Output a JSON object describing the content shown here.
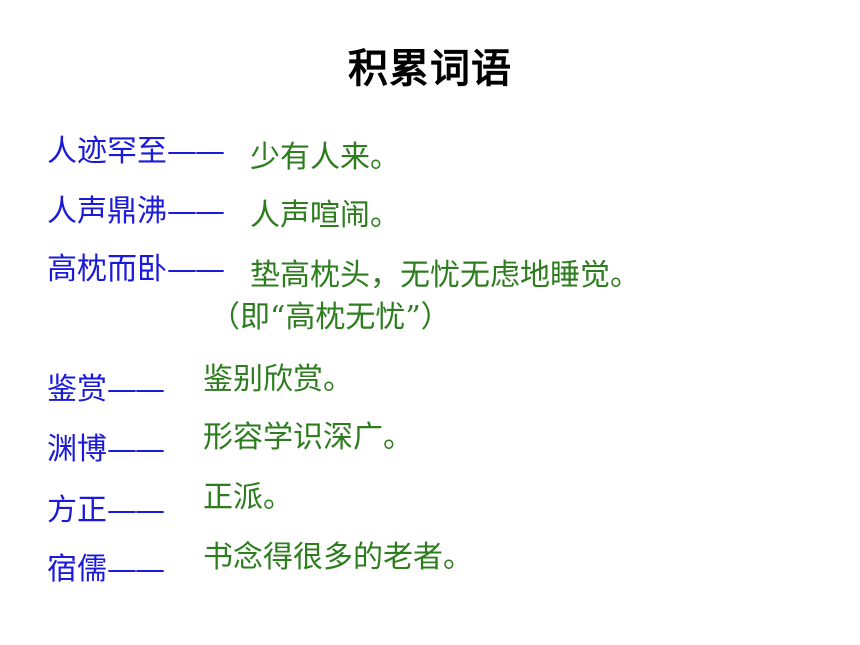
{
  "title": "积累词语",
  "colors": {
    "term": "#1a1ad8",
    "definition": "#2d7d1e",
    "title": "#000000"
  },
  "entries": [
    {
      "term": "人迹罕至",
      "dash": "——",
      "definition": "少有人来。"
    },
    {
      "term": "人声鼎沸",
      "dash": "——",
      "definition": "人声喧闹。"
    },
    {
      "term": "高枕而卧",
      "dash": "——",
      "definition": "垫高枕头，无忧无虑地睡觉。",
      "note": "（即“高枕无忧”）"
    },
    {
      "term": "鉴赏",
      "dash": "——",
      "definition": "鉴别欣赏。"
    },
    {
      "term": "渊博",
      "dash": "——",
      "definition": "形容学识深广。"
    },
    {
      "term": "方正",
      "dash": "——",
      "definition": "正派。"
    },
    {
      "term": "宿儒",
      "dash": "——",
      "definition": "书念得很多的老者。"
    }
  ]
}
